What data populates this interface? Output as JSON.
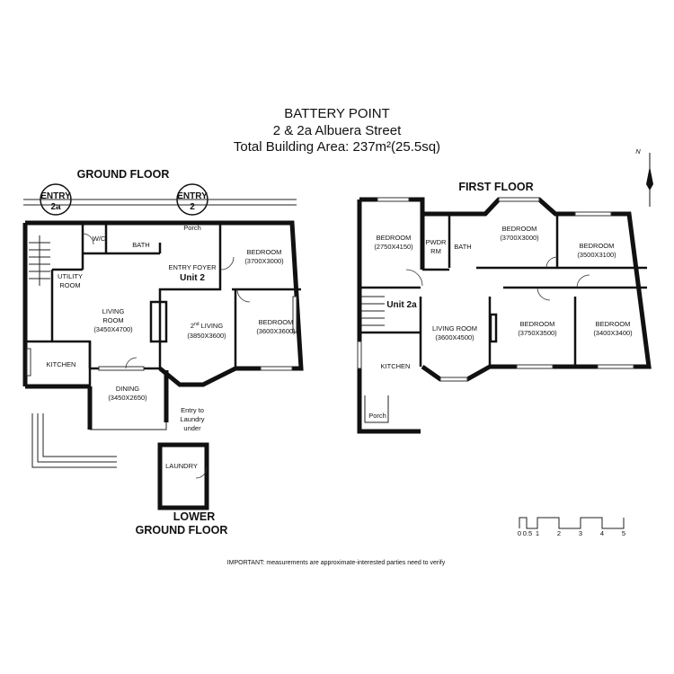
{
  "header": {
    "line1": "BATTERY POINT",
    "line2": "2 & 2a Albuera Street",
    "line3": "Total Building Area: 237m²(25.5sq)"
  },
  "floors": {
    "ground": "GROUND FLOOR",
    "first": "FIRST FLOOR",
    "lower1": "LOWER",
    "lower2": "GROUND FLOOR"
  },
  "entries": {
    "e2a_word": "ENTRY",
    "e2a_num": "2a",
    "e2_word": "ENTRY",
    "e2_num": "2"
  },
  "ground_rooms": {
    "wc": "W/C",
    "bath": "BATH",
    "porch": "Porch",
    "bedroom1": "BEDROOM",
    "bedroom1_dim": "(3700X3000)",
    "entry_foyer": "ENTRY FOYER",
    "unit2": "Unit 2",
    "utility1": "UTILITY",
    "utility2": "ROOM",
    "living1": "LIVING",
    "living2": "ROOM",
    "living_dim": "(3450X4700)",
    "second_living_sup": "nd",
    "second_living_num": "2",
    "second_living": "LIVING",
    "second_living_dim": "(3850X3600)",
    "bedroom2": "BEDROOM",
    "bedroom2_dim": "(3600X3600)",
    "kitchen": "KITCHEN",
    "dining": "DINING",
    "dining_dim": "(3450X2650)",
    "entry_laundry1": "Entry to",
    "entry_laundry2": "Laundry",
    "entry_laundry3": "under"
  },
  "lower_rooms": {
    "laundry": "LAUNDRY"
  },
  "first_rooms": {
    "bedroom_a": "BEDROOM",
    "bedroom_a_dim": "(2750X4150)",
    "pwdr1": "PWDR",
    "pwdr2": "RM",
    "bath": "BATH",
    "bedroom_b": "BEDROOM",
    "bedroom_b_dim": "(3700X3000)",
    "bedroom_c": "BEDROOM",
    "bedroom_c_dim": "(3500X3100)",
    "unit2a": "Unit 2a",
    "living": "LIVING ROOM",
    "living_dim": "(3600X4500)",
    "bedroom_d": "BEDROOM",
    "bedroom_d_dim": "(3750X3500)",
    "bedroom_e": "BEDROOM",
    "bedroom_e_dim": "(3400X3400)",
    "kitchen": "KITCHEN",
    "porch": "Porch"
  },
  "compass": {
    "north": "N"
  },
  "scale": {
    "ticks": [
      "0",
      "0.5",
      "1",
      "2",
      "3",
      "4",
      "5"
    ]
  },
  "note": "IMPORTANT: measurements are approximate-interested parties need to verify"
}
